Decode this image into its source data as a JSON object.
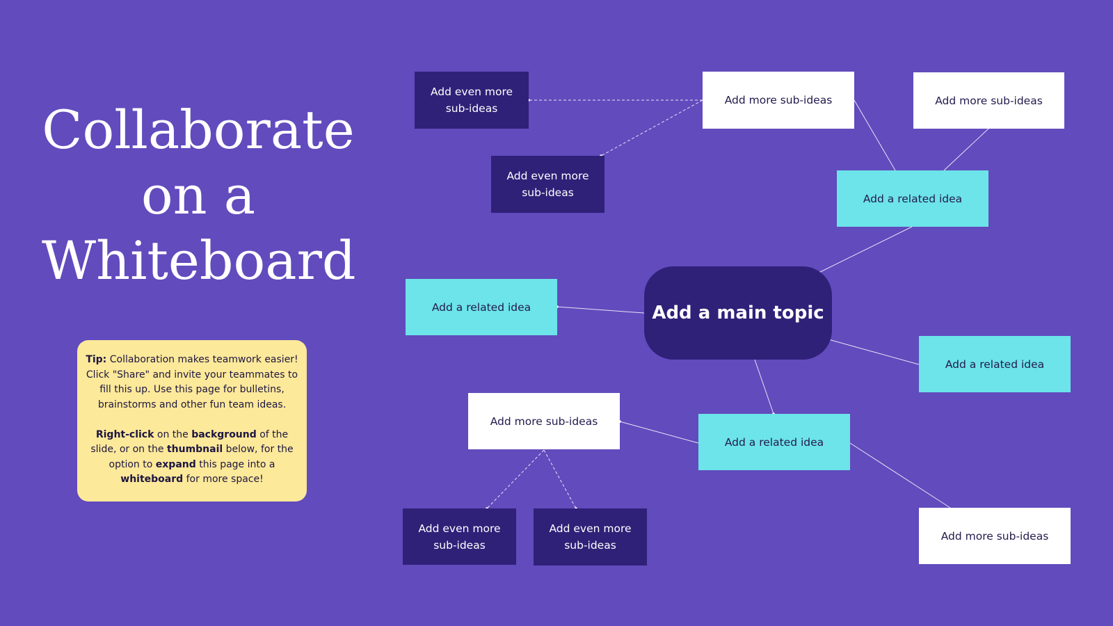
{
  "title": {
    "line1": "Collaborate",
    "line2": "on a",
    "line3": "Whiteboard"
  },
  "tip": {
    "lead": "Tip:",
    "text1": " Collaboration makes teamwork easier! Click \"Share\" and invite your teammates to fill this up. Use this page for bulletins, brainstorms and other fun team ideas.",
    "rightclick": "Right-click",
    "t2": " on the ",
    "background": "background",
    "t3": " of the slide, or on the ",
    "thumbnail": "thumbnail",
    "t4": " below, for the option to ",
    "expand": "expand",
    "t5": " this page into a ",
    "whiteboard": "whiteboard",
    "t6": " for more space!"
  },
  "mindmap": {
    "main_topic": "Add a main topic",
    "related_1": "Add a related idea",
    "related_2": "Add a related idea",
    "related_3": "Add a related idea",
    "related_4": "Add a related idea",
    "sub_1": "Add more sub-ideas",
    "sub_2": "Add more sub-ideas",
    "sub_3": "Add more sub-ideas",
    "sub_4": "Add more sub-ideas",
    "even_1": [
      "Add even more",
      "sub-ideas"
    ],
    "even_2": [
      "Add even more",
      "sub-ideas"
    ],
    "even_3": [
      "Add even more",
      "sub-ideas"
    ],
    "even_4": [
      "Add even more",
      "sub-ideas"
    ]
  },
  "colors": {
    "background": "#624bbd",
    "main_topic": "#2f2178",
    "related_idea": "#6ce4e9",
    "sub_idea": "#ffffff",
    "even_more": "#2f2178",
    "tip_box": "#fde99a"
  }
}
